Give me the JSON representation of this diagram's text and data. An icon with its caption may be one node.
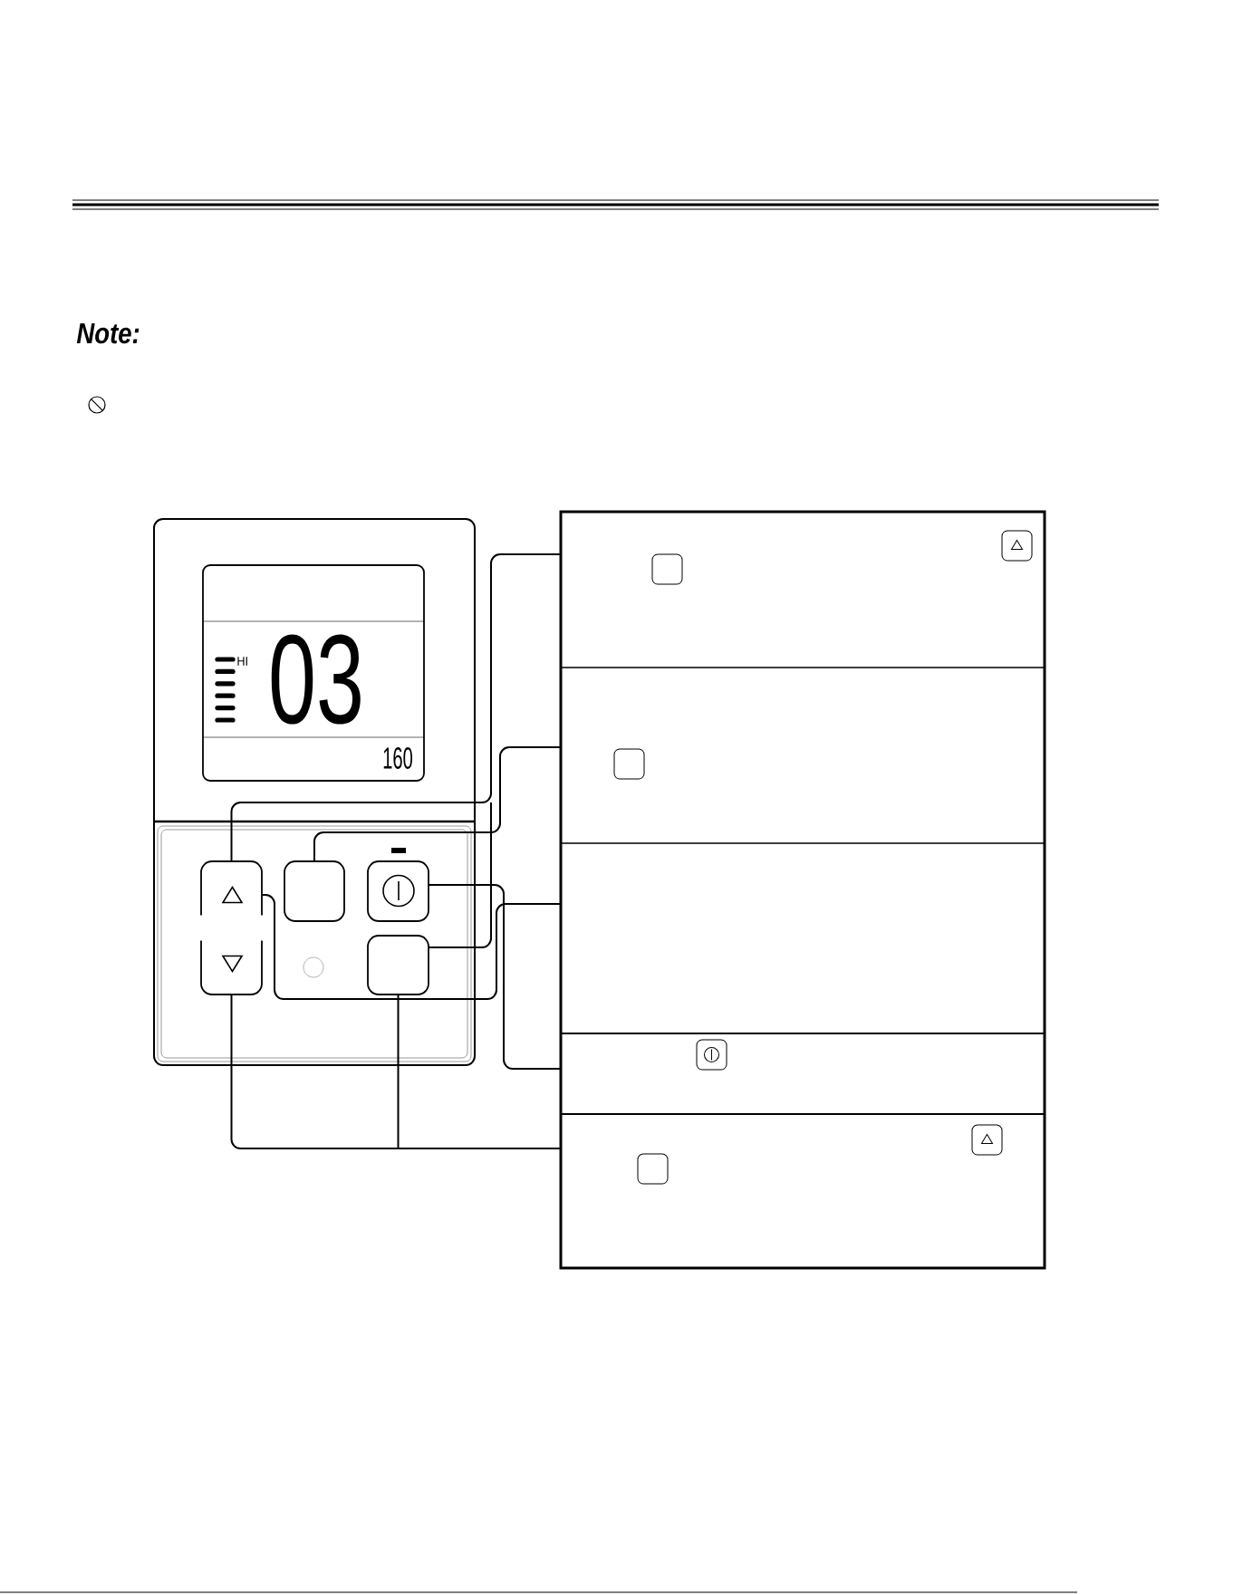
{
  "diagram": {
    "nodes": [
      {
        "text": [],
        "shape": "box"
      },
      {
        "text": [],
        "shape": "box",
        "in": 0
      },
      {
        "text": [],
        "shape": "box",
        "in": 0
      },
      {
        "text": [],
        "shape": "box",
        "in": 0
      },
      {
        "text": [],
        "shape": "box",
        "in": 0
      },
      {
        "text": [],
        "shape": "box"
      },
      {
        "text": [],
        "shape": "box",
        "in": 5
      },
      {
        "text": [],
        "shape": "box",
        "in": 5
      },
      {
        "text": [],
        "shape": "box",
        "in": 5
      },
      {
        "text": [],
        "shape": "box",
        "in": 5
      },
      {
        "text": [],
        "shape": "box",
        "in": 5
      }
    ],
    "edges": [
      {
        "from": 6,
        "to": 1,
        "arrow": "none"
      },
      {
        "from": 6,
        "to": 4,
        "arrow": "none"
      },
      {
        "from": 7,
        "to": 2,
        "arrow": "none"
      },
      {
        "from": 8,
        "to": 1,
        "arrow": "none"
      },
      {
        "from": 9,
        "to": 3,
        "arrow": "none"
      },
      {
        "from": 10,
        "to": 1,
        "arrow": "none"
      },
      {
        "from": 10,
        "to": 4,
        "arrow": "none"
      }
    ],
    "labels": [
      "Note:",
      "HI",
      "03",
      "160"
    ]
  }
}
